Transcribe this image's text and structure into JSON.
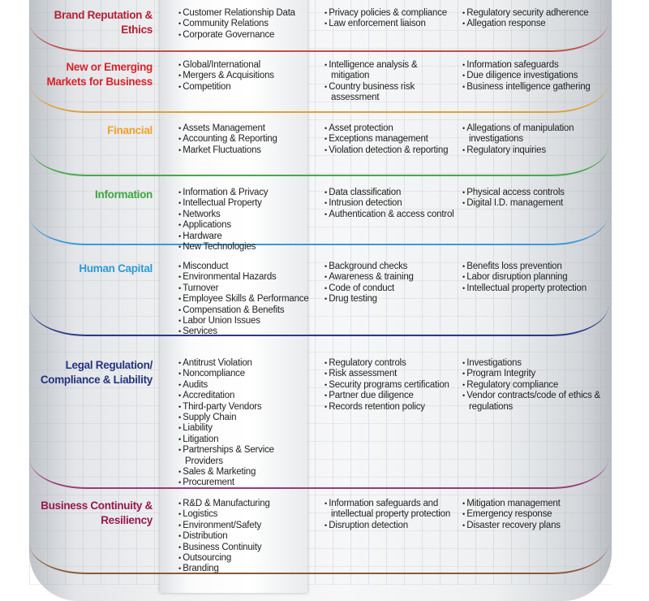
{
  "rows": [
    {
      "label": "Brand Reputation & Ethics",
      "color": "#b52033",
      "c1": [
        "Customer Relationship Data",
        "Community Relations",
        "Corporate Governance"
      ],
      "c2": [
        "Privacy policies & compliance",
        "Law enforcement liaison"
      ],
      "c3": [
        "Regulatory security adherence",
        "Allegation response"
      ]
    },
    {
      "label": "New or Emerging Markets for Business",
      "color": "#d9232b",
      "c1": [
        "Global/International",
        "Mergers & Acquisitions",
        "Competition"
      ],
      "c2": [
        "Intelligence analysis & mitigation",
        "Country business risk assessment"
      ],
      "c3": [
        "Information safeguards",
        "Due diligence investigations",
        "Business intelligence gathering"
      ]
    },
    {
      "label": "Financial",
      "color": "#f0a02a",
      "c1": [
        "Assets Management",
        "Accounting & Reporting",
        "Market Fluctuations"
      ],
      "c2": [
        "Asset protection",
        "Exceptions management",
        "Violation detection & reporting"
      ],
      "c3": [
        "Allegations of manipulation investigations",
        "Regulatory inquiries"
      ]
    },
    {
      "label": "Information",
      "color": "#3aa63f",
      "c1": [
        "Information & Privacy",
        "Intellectual Property",
        "Networks",
        "Applications",
        "Hardware",
        "New Technologies"
      ],
      "c2": [
        "Data classification",
        "Intrusion detection",
        "Authentication & access control"
      ],
      "c3": [
        "Physical access controls",
        "Digital I.D. management"
      ]
    },
    {
      "label": "Human Capital",
      "color": "#2f9ad6",
      "c1": [
        "Misconduct",
        "Environmental Hazards",
        "Turnover",
        "Employee Skills & Performance",
        "Compensation & Benefits",
        "Labor Union Issues",
        "Services"
      ],
      "c2": [
        "Background checks",
        "Awareness & training",
        "Code of conduct",
        "Drug testing"
      ],
      "c3": [
        "Benefits loss prevention",
        "Labor disruption planning",
        "Intellectual property protection"
      ]
    },
    {
      "label": "Legal Regulation/ Compliance & Liability",
      "color": "#24337f",
      "c1": [
        "Antitrust Violation",
        "Noncompliance",
        "Audits",
        "Accreditation",
        "Third-party Vendors",
        "Supply Chain",
        "Liability",
        "Litigation",
        "Partnerships & Service Providers",
        "Sales & Marketing",
        "Procurement"
      ],
      "c2": [
        "Regulatory controls",
        "Risk assessment",
        "Security programs certification",
        "Partner due diligence",
        "Records retention policy"
      ],
      "c3": [
        "Investigations",
        "Program Integrity",
        "Regulatory compliance",
        "Vendor contracts/code of ethics & regulations"
      ]
    },
    {
      "label": "Business Continuity & Resiliency",
      "color": "#97184f",
      "c1": [
        "R&D & Manufacturing",
        "Logistics",
        "Environment/Safety",
        "Distribution",
        "Business Continuity",
        "Outsourcing",
        "Branding"
      ],
      "c2": [
        "Information safeguards and intellectual property protection",
        "Disruption detection"
      ],
      "c3": [
        "Mitigation management",
        "Emergency response",
        "Disaster recovery plans"
      ]
    }
  ],
  "separators": [
    "#c0504d",
    "#e0a040",
    "#4aa84a",
    "#3a9ad6",
    "#2a3a88",
    "#9a3a7a",
    "#8a5a3a"
  ]
}
